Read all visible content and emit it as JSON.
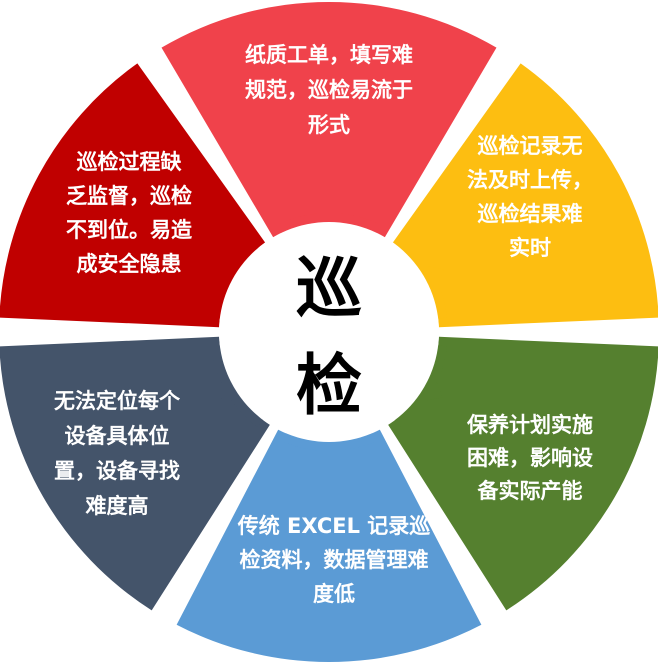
{
  "center": {
    "line1": "巡",
    "line2": "检"
  },
  "segments": [
    {
      "id": "paper-orders",
      "color": "#F0424B",
      "lines": [
        "纸质工单，填写难",
        "规范，巡检易流于",
        "形式"
      ]
    },
    {
      "id": "upload-delay",
      "color": "#FDBE11",
      "lines": [
        "巡检记录无",
        "法及时上传，",
        "巡检结果难",
        "实时"
      ]
    },
    {
      "id": "maintenance-plan",
      "color": "#55802F",
      "lines": [
        "保养计划实施",
        "困难，影响设",
        "备实际产能"
      ]
    },
    {
      "id": "excel-records",
      "color": "#5B9BD5",
      "lines": [
        "传统 EXCEL 记录巡",
        "检资料，数据管理难",
        "度低"
      ]
    },
    {
      "id": "device-location",
      "color": "#44546A",
      "lines": [
        "无法定位每个",
        "设备具体位",
        "置，设备寻找",
        "难度高"
      ]
    },
    {
      "id": "supervision",
      "color": "#C00000",
      "lines": [
        "巡检过程缺",
        "乏监督，巡检",
        "不到位。易造",
        "成安全隐患"
      ]
    }
  ]
}
